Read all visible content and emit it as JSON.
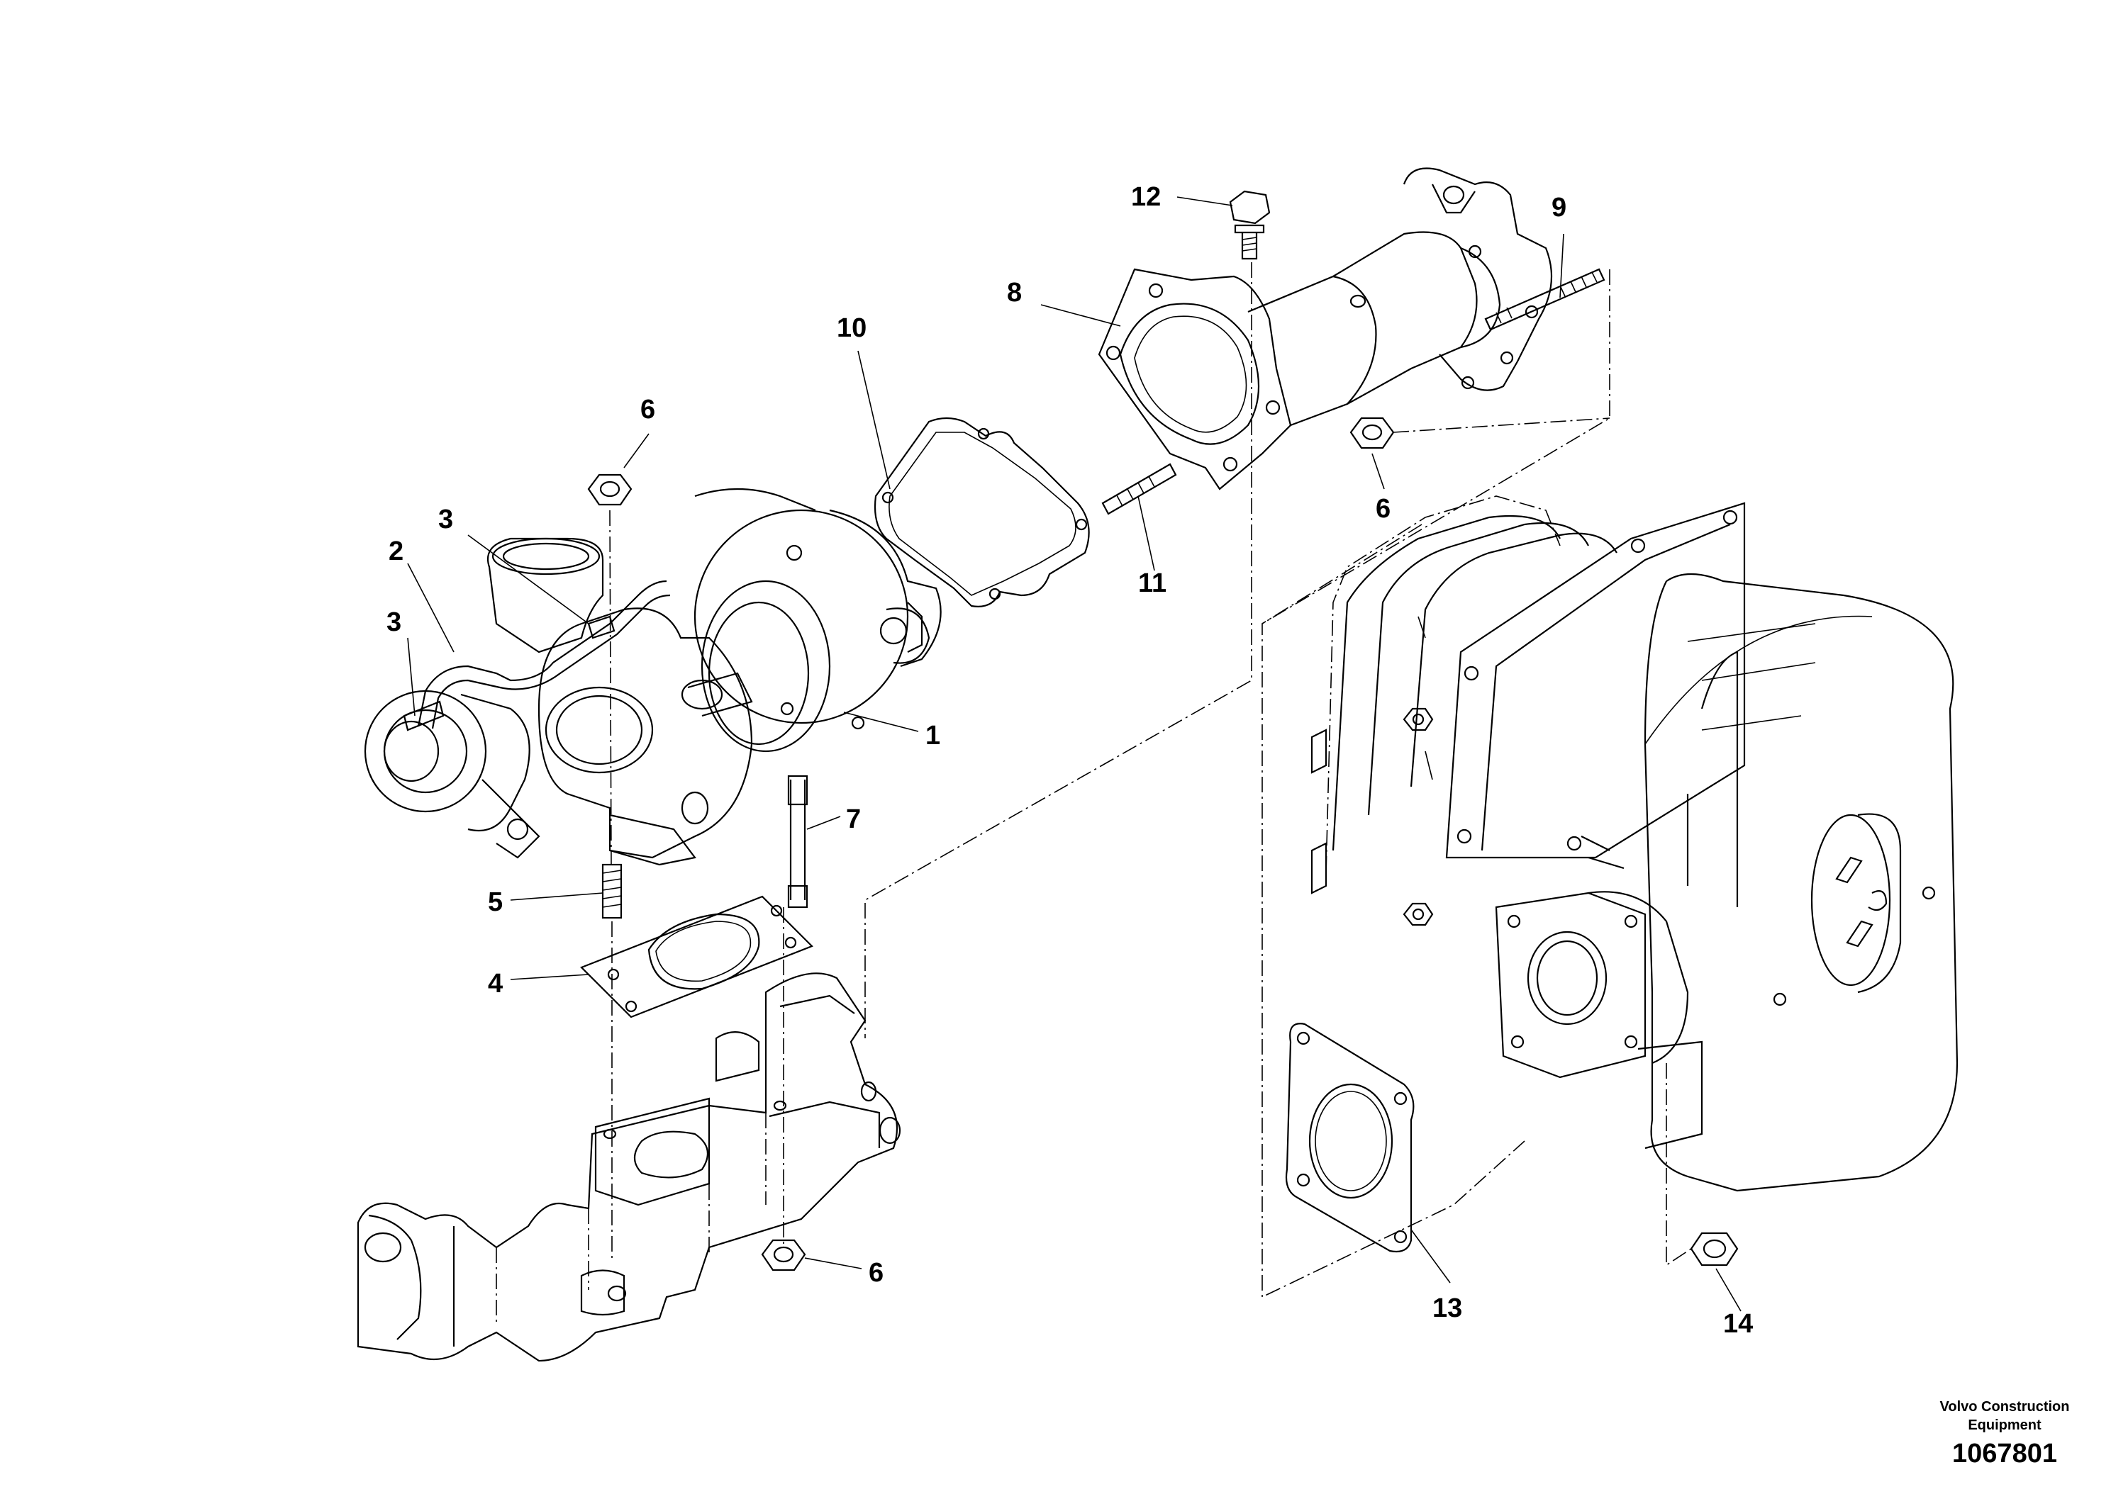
{
  "callouts": [
    {
      "id": "c1",
      "label": "1"
    },
    {
      "id": "c2",
      "label": "2"
    },
    {
      "id": "c3a",
      "label": "3"
    },
    {
      "id": "c3b",
      "label": "3"
    },
    {
      "id": "c4",
      "label": "4"
    },
    {
      "id": "c5",
      "label": "5"
    },
    {
      "id": "c6a",
      "label": "6"
    },
    {
      "id": "c6b",
      "label": "6"
    },
    {
      "id": "c6c",
      "label": "6"
    },
    {
      "id": "c7",
      "label": "7"
    },
    {
      "id": "c8",
      "label": "8"
    },
    {
      "id": "c9",
      "label": "9"
    },
    {
      "id": "c10",
      "label": "10"
    },
    {
      "id": "c11",
      "label": "11"
    },
    {
      "id": "c12",
      "label": "12"
    },
    {
      "id": "c13",
      "label": "13"
    },
    {
      "id": "c14",
      "label": "14"
    }
  ],
  "stamp": {
    "organization_line1": "Volvo Construction",
    "organization_line2": "Equipment",
    "drawing_number": "1067801"
  }
}
